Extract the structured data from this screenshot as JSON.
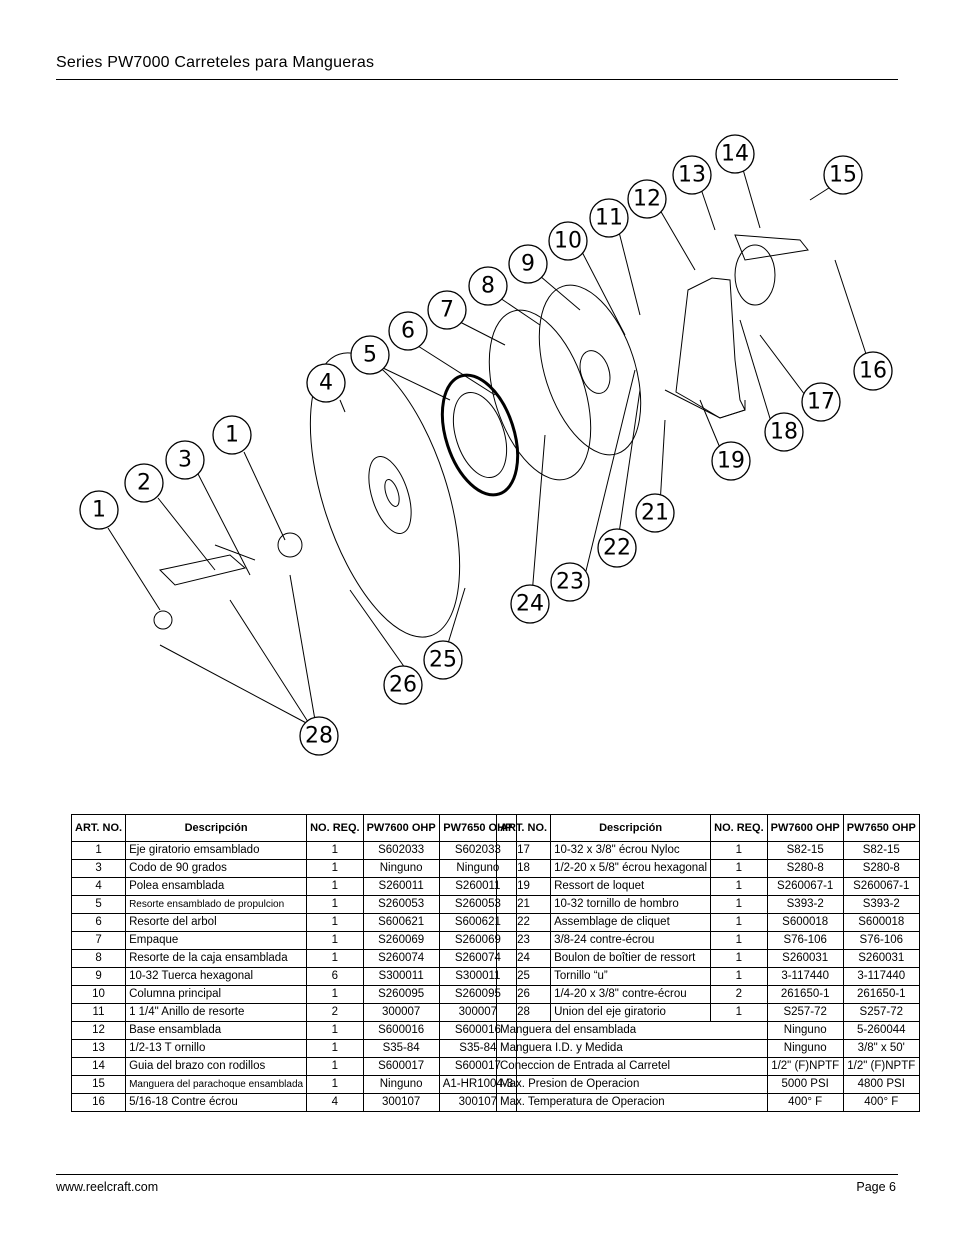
{
  "header": {
    "title": "Series PW7000 Carreteles para Mangueras"
  },
  "footer": {
    "url": "www.reelcraft.com",
    "page": "Page 6"
  },
  "diagram": {
    "callouts": [
      "1",
      "2",
      "3",
      "1",
      "4",
      "5",
      "6",
      "7",
      "8",
      "9",
      "10",
      "11",
      "12",
      "13",
      "14",
      "15",
      "16",
      "17",
      "18",
      "19",
      "21",
      "22",
      "23",
      "24",
      "25",
      "26",
      "28"
    ]
  },
  "table_left": {
    "headers": {
      "art": "ART. NO.",
      "desc": "Descripción",
      "req": "NO. REQ.",
      "pw7600": "PW7600 OHP",
      "pw7650": "PW7650 OHP"
    },
    "rows": [
      {
        "art": "1",
        "desc": "Eje giratorio emsamblado",
        "req": "1",
        "pw7600": "S602033",
        "pw7650": "S602033"
      },
      {
        "art": "3",
        "desc": "Codo de 90 grados",
        "req": "1",
        "pw7600": "Ninguno",
        "pw7650": "Ninguno"
      },
      {
        "art": "4",
        "desc": "Polea ensamblada",
        "req": "1",
        "pw7600": "S260011",
        "pw7650": "S260011"
      },
      {
        "art": "5",
        "desc": "Resorte ensamblado de propulcion",
        "req": "1",
        "pw7600": "S260053",
        "pw7650": "S260053"
      },
      {
        "art": "6",
        "desc": "Resorte del arbol",
        "req": "1",
        "pw7600": "S600621",
        "pw7650": "S600621"
      },
      {
        "art": "7",
        "desc": "Empaque",
        "req": "1",
        "pw7600": "S260069",
        "pw7650": "S260069"
      },
      {
        "art": "8",
        "desc": "Resorte de la caja ensamblada",
        "req": "1",
        "pw7600": "S260074",
        "pw7650": "S260074"
      },
      {
        "art": "9",
        "desc": "10-32 Tuerca hexagonal",
        "req": "6",
        "pw7600": "S300011",
        "pw7650": "S300011"
      },
      {
        "art": "10",
        "desc": "Columna principal",
        "req": "1",
        "pw7600": "S260095",
        "pw7650": "S260095"
      },
      {
        "art": "11",
        "desc": "1 1/4\" Anillo de resorte",
        "req": "2",
        "pw7600": "300007",
        "pw7650": "300007"
      },
      {
        "art": "12",
        "desc": "Base ensamblada",
        "req": "1",
        "pw7600": "S600016",
        "pw7650": "S600016"
      },
      {
        "art": "13",
        "desc": "1/2-13 T ornillo",
        "req": "1",
        "pw7600": "S35-84",
        "pw7650": "S35-84"
      },
      {
        "art": "14",
        "desc": "Guia del brazo con rodillos",
        "req": "1",
        "pw7600": "S600017",
        "pw7650": "S600017"
      },
      {
        "art": "15",
        "desc": "Manguera del parachoque ensamblada",
        "req": "1",
        "pw7600": "Ninguno",
        "pw7650": "A1-HR1004-3"
      },
      {
        "art": "16",
        "desc": "5/16-18 Contre écrou",
        "req": "4",
        "pw7600": "300107",
        "pw7650": "300107"
      }
    ]
  },
  "table_right": {
    "headers": {
      "art": "ART. NO.",
      "desc": "Descripción",
      "req": "NO. REQ.",
      "pw7600": "PW7600 OHP",
      "pw7650": "PW7650 OHP"
    },
    "rows": [
      {
        "art": "17",
        "desc": "10-32 x 3/8\" écrou Nyloc",
        "req": "1",
        "pw7600": "S82-15",
        "pw7650": "S82-15"
      },
      {
        "art": "18",
        "desc": "1/2-20 x 5/8\" écrou hexagonal",
        "req": "1",
        "pw7600": "S280-8",
        "pw7650": "S280-8"
      },
      {
        "art": "19",
        "desc": "Ressort de loquet",
        "req": "1",
        "pw7600": "S260067-1",
        "pw7650": "S260067-1"
      },
      {
        "art": "21",
        "desc": "10-32 tornillo de hombro",
        "req": "1",
        "pw7600": "S393-2",
        "pw7650": "S393-2"
      },
      {
        "art": "22",
        "desc": "Assemblage de cliquet",
        "req": "1",
        "pw7600": "S600018",
        "pw7650": "S600018"
      },
      {
        "art": "23",
        "desc": "3/8-24 contre-écrou",
        "req": "1",
        "pw7600": "S76-106",
        "pw7650": "S76-106"
      },
      {
        "art": "24",
        "desc": "Boulon de boîtier de ressort",
        "req": "1",
        "pw7600": "S260031",
        "pw7650": "S260031"
      },
      {
        "art": "25",
        "desc": "Tornillo “u”",
        "req": "1",
        "pw7600": "3-117440",
        "pw7650": "3-117440"
      },
      {
        "art": "26",
        "desc": "1/4-20 x 3/8\" contre-écrou",
        "req": "2",
        "pw7600": "261650-1",
        "pw7650": "261650-1"
      },
      {
        "art": "28",
        "desc": "Union del eje giratorio",
        "req": "1",
        "pw7600": "S257-72",
        "pw7650": "S257-72"
      }
    ],
    "spec_rows": [
      {
        "label": "Manguera del ensamblada",
        "pw7600": "Ninguno",
        "pw7650": "5-260044"
      },
      {
        "label": "Manguera I.D. y Medida",
        "pw7600": "Ninguno",
        "pw7650": "3/8\" x 50'"
      },
      {
        "label": "Coneccion de Entrada al Carretel",
        "pw7600": "1/2\" (F)NPTF",
        "pw7650": "1/2\" (F)NPTF"
      },
      {
        "label": "Max. Presion de Operacion",
        "pw7600": "5000 PSI",
        "pw7650": "4800 PSI"
      },
      {
        "label": "Max. Temperatura de Operacion",
        "pw7600": "400° F",
        "pw7650": "400° F"
      }
    ]
  }
}
